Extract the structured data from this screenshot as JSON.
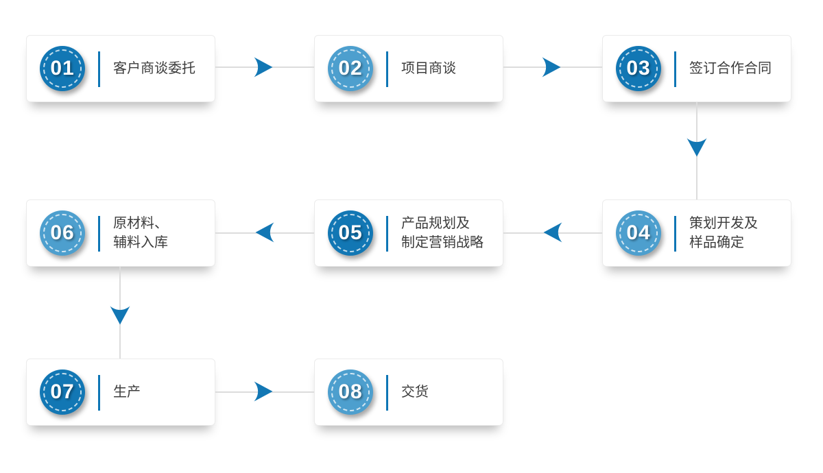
{
  "diagram_title": "production-cooperation-flowchart",
  "colors": {
    "dark_blue": "#1277b4",
    "light_blue": "#4d9fce",
    "connector_gray": "#dcdcdc",
    "separator_blue": "#0e76b5",
    "text": "#3c3c3c",
    "arrow_blue": "#1277b4"
  },
  "steps": [
    {
      "number": "01",
      "label": "客户商谈委托",
      "tone": "dark"
    },
    {
      "number": "02",
      "label": "项目商谈",
      "tone": "light"
    },
    {
      "number": "03",
      "label": "签订合作合同",
      "tone": "dark"
    },
    {
      "number": "04",
      "label": "策划开发及\n样品确定",
      "tone": "light"
    },
    {
      "number": "05",
      "label": "产品规划及\n制定营销战略",
      "tone": "dark"
    },
    {
      "number": "06",
      "label": "原材料、\n辅料入库",
      "tone": "light"
    },
    {
      "number": "07",
      "label": "生产",
      "tone": "dark"
    },
    {
      "number": "08",
      "label": "交货",
      "tone": "light"
    }
  ],
  "connectors": [
    {
      "from": "01",
      "to": "02",
      "direction": "right"
    },
    {
      "from": "02",
      "to": "03",
      "direction": "right"
    },
    {
      "from": "03",
      "to": "04",
      "direction": "down"
    },
    {
      "from": "04",
      "to": "05",
      "direction": "left"
    },
    {
      "from": "05",
      "to": "06",
      "direction": "left"
    },
    {
      "from": "06",
      "to": "07",
      "direction": "down"
    },
    {
      "from": "07",
      "to": "08",
      "direction": "right"
    }
  ]
}
